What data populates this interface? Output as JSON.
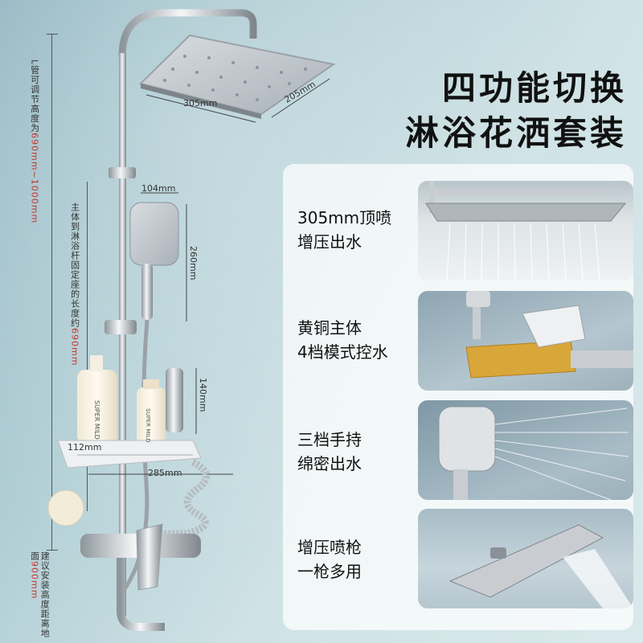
{
  "left_notes": {
    "pipe_adjust_prefix": "L管可调节高度为",
    "pipe_adjust_value": "690mm~1000mm",
    "body_to_seat_prefix": "主体到淋浴杆固定座的长度约",
    "body_to_seat_value": "690mm",
    "install_height_prefix": "建议安装高度距离地面",
    "install_height_value": "900mm"
  },
  "dimensions": {
    "head_width": "305mm",
    "head_depth": "205mm",
    "hand_width": "104mm",
    "hand_length": "260mm",
    "spray_gun": "140mm",
    "shelf_depth": "112mm",
    "shelf_width": "285mm"
  },
  "bottle_labels": {
    "left": "SUPER MILD",
    "right": "SUPER MILD"
  },
  "title": {
    "line1": "四功能切换",
    "line2": "淋浴花洒套装"
  },
  "features": [
    {
      "line1": "305mm顶喷",
      "line2": "增压出水"
    },
    {
      "line1": "黄铜主体",
      "line2": "4档模式控水"
    },
    {
      "line1": "三档手持",
      "line2": "绵密出水"
    },
    {
      "line1": "增压喷枪",
      "line2": "一枪多用"
    }
  ],
  "colors": {
    "accent_red": "#c8332b",
    "chrome": "#c9cdd1",
    "brass": "#d9a63a"
  }
}
